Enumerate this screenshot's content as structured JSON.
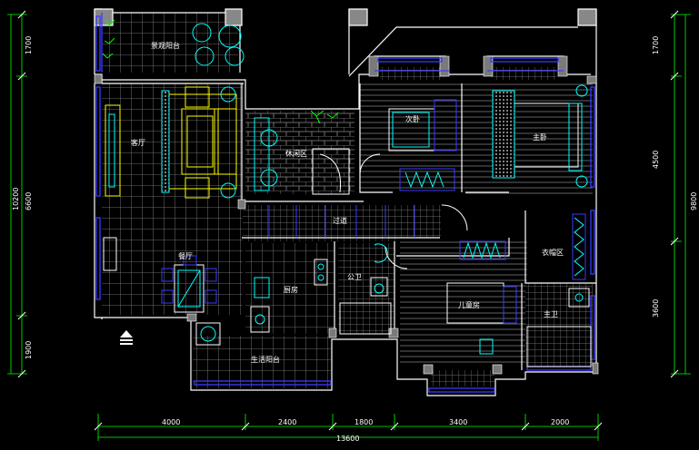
{
  "rooms": {
    "landscape_balcony": "景观阳台",
    "living_room": "客厅",
    "dining_room": "餐厅",
    "leisure_area": "休闲区",
    "corridor": "过道",
    "kitchen": "厨房",
    "public_bath": "公卫",
    "bedroom": "次卧",
    "master_bedroom": "主卧",
    "cloakroom": "衣帽区",
    "children_room": "儿童房",
    "master_bath": "主卫",
    "service_balcony": "生活阳台"
  },
  "dims_bottom": [
    "4000",
    "2400",
    "1800",
    "3400",
    "2000"
  ],
  "dims_bottom_total": "13600",
  "dims_left": [
    "1700",
    "6600",
    "1900"
  ],
  "dims_left_total": "10200",
  "dims_right": [
    "1700",
    "4500",
    "3600"
  ],
  "dims_right_total": "9800",
  "colors": {
    "background": "#000000",
    "wall": "#ffffff",
    "furniture": "#00ffff",
    "dim_line": "#00ff00",
    "grid": "#808080",
    "blue": "#3a3aff",
    "yellow": "#ffff00"
  }
}
